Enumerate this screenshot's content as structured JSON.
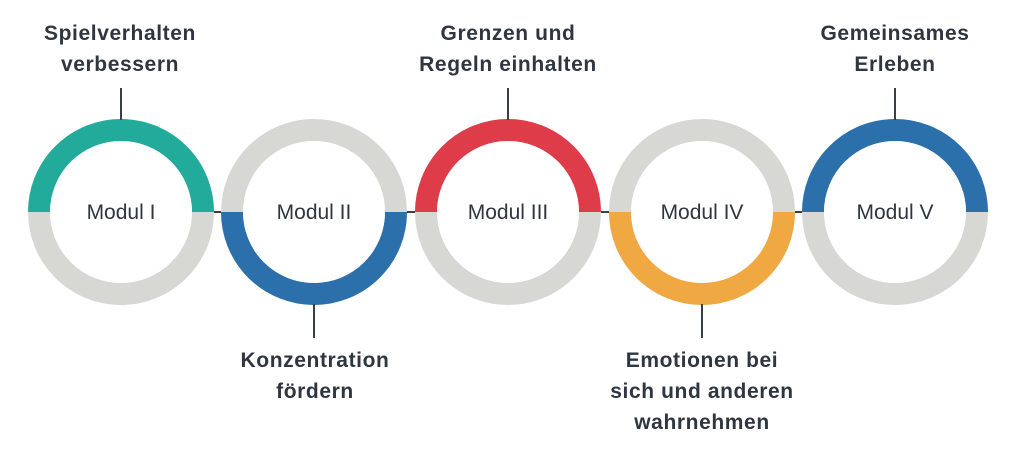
{
  "modules": [
    {
      "label": "Modul I",
      "caption": "Spielverhalten\nverbessern",
      "caption_side": "top",
      "arc_half": "top",
      "color": "#22ab9b"
    },
    {
      "label": "Modul II",
      "caption": "Konzentration\nfördern",
      "caption_side": "bottom",
      "arc_half": "bottom",
      "color": "#2b6fab"
    },
    {
      "label": "Modul III",
      "caption": "Grenzen und\nRegeln einhalten",
      "caption_side": "top",
      "arc_half": "top",
      "color": "#df3c4a"
    },
    {
      "label": "Modul IV",
      "caption": "Emotionen bei\nsich und anderen\nwahrnehmen",
      "caption_side": "bottom",
      "arc_half": "bottom",
      "color": "#f0a843"
    },
    {
      "label": "Modul V",
      "caption": "Gemeinsames\nErleben",
      "caption_side": "top",
      "arc_half": "top",
      "color": "#2b6fab"
    }
  ],
  "colors": {
    "ring_base": "#d7d7d4",
    "line": "#3a3f47",
    "text": "#2f3640"
  }
}
